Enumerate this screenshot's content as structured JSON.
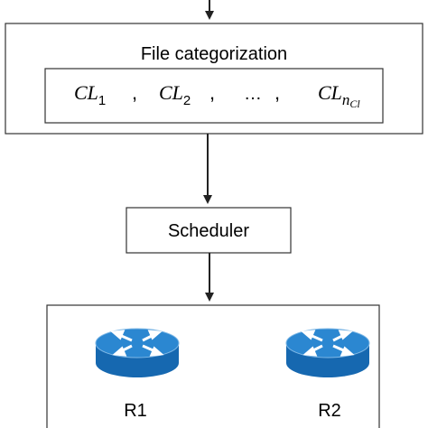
{
  "categorization": {
    "title": "File categorization",
    "item_1": {
      "base": "CL",
      "sub": "1"
    },
    "item_2": {
      "base": "CL",
      "sub": "2"
    },
    "ellipsis": "…",
    "item_n": {
      "base": "CL",
      "sub": "n",
      "subsub": "Cl"
    },
    "separator": ","
  },
  "scheduler": {
    "label": "Scheduler"
  },
  "routers": [
    {
      "label": "R1"
    },
    {
      "label": "R2"
    }
  ],
  "colors": {
    "router_top": "#2b87d1",
    "router_side": "#1668b0",
    "stroke": "#222222"
  }
}
